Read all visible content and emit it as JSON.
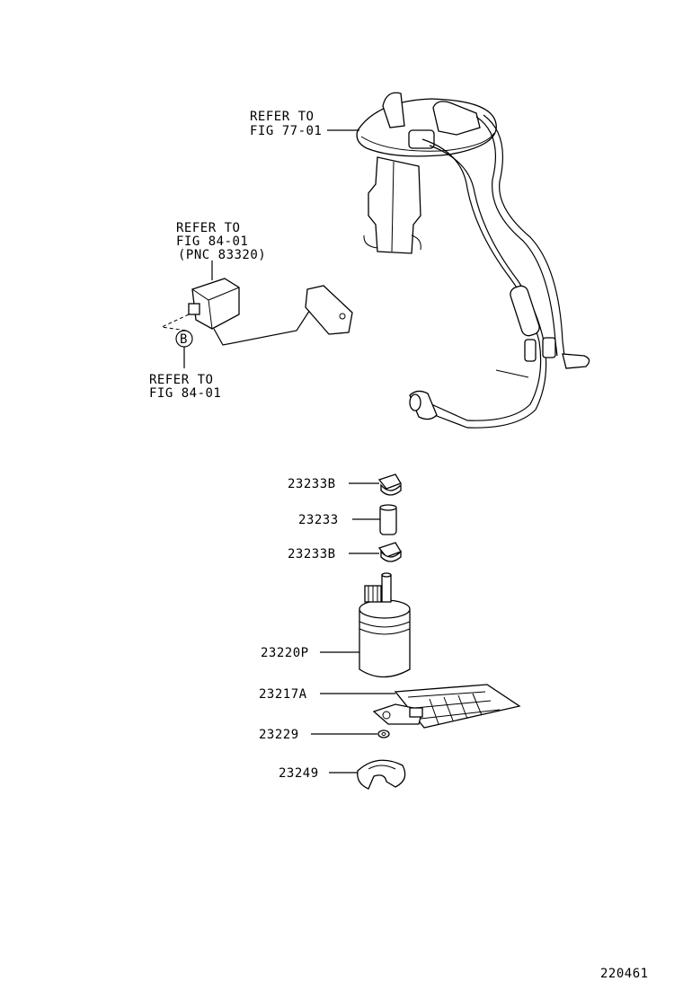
{
  "callouts": {
    "fig77_line1": "REFER TO",
    "fig77_line2": "FIG 77-01",
    "fig84a_line1": "REFER TO",
    "fig84a_line2": "FIG 84-01",
    "fig84a_line3": "(PNC 83320)",
    "fig84b_line1": "REFER TO",
    "fig84b_line2": "FIG 84-01",
    "circle_b": "B"
  },
  "parts": {
    "p23233b_top": "23233B",
    "p23233": "23233",
    "p23233b_bottom": "23233B",
    "p23220p": "23220P",
    "p23217a": "23217A",
    "p23229": "23229",
    "p23249": "23249"
  },
  "diagram_id": "220461"
}
